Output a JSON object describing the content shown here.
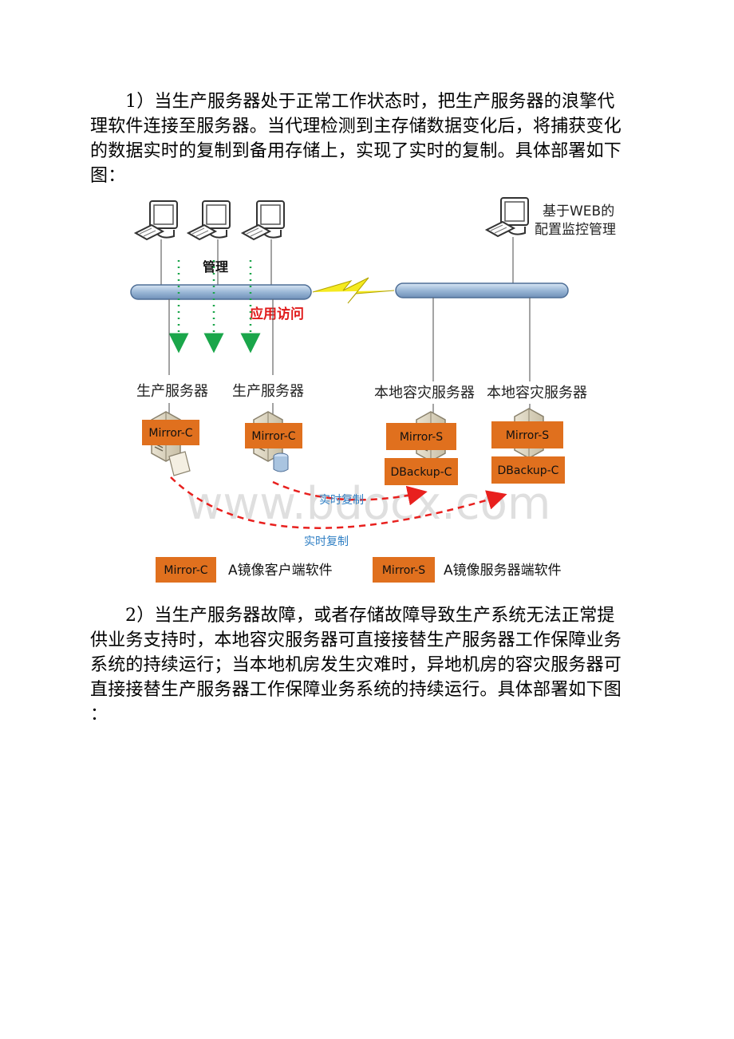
{
  "paragraph1": {
    "lines": [
      "1）当生产服务器处于正常工作状态时，把生产服务器的浪擎代",
      "理软件连接至服务器。当代理检测到主存储数据变化后，将捕获变化",
      "的数据实时的复制到备用存储上，实现了实时的复制。具体部署如下",
      "图："
    ]
  },
  "diagram": {
    "web_monitor_label": [
      "基于WEB的",
      "配置监控管理"
    ],
    "manage_label": "管理",
    "app_access_label": "应用访问",
    "production_server_label": "生产服务器",
    "local_dr_server_label": "本地容灾服务器",
    "mirror_c": "Mirror-C",
    "mirror_s": "Mirror-S",
    "dbackup_c": "DBackup-C",
    "realtime_copy_label": "实时复制",
    "watermark": "www.bdocx.com",
    "legend": {
      "mirror_c_box": "Mirror-C",
      "mirror_c_desc": "A镜像客户端软件",
      "mirror_s_box": "Mirror-S",
      "mirror_s_desc": "A镜像服务器端软件"
    },
    "colors": {
      "orange": "#e0701e",
      "bus": "#a9c4e0",
      "green_arrow": "#1aa64a",
      "red_arrow": "#e8201e",
      "blue_text": "#2f7fc4",
      "red_text": "#e01a1a"
    }
  },
  "paragraph2": {
    "lines": [
      "2）当生产服务器故障，或者存储故障导致生产系统无法正常提",
      "供业务支持时，本地容灾服务器可直接接替生产服务器工作保障业务",
      "系统的持续运行；当本地机房发生灾难时，异地机房的容灾服务器可",
      "直接接替生产服务器工作保障业务系统的持续运行。具体部署如下图",
      "："
    ]
  }
}
